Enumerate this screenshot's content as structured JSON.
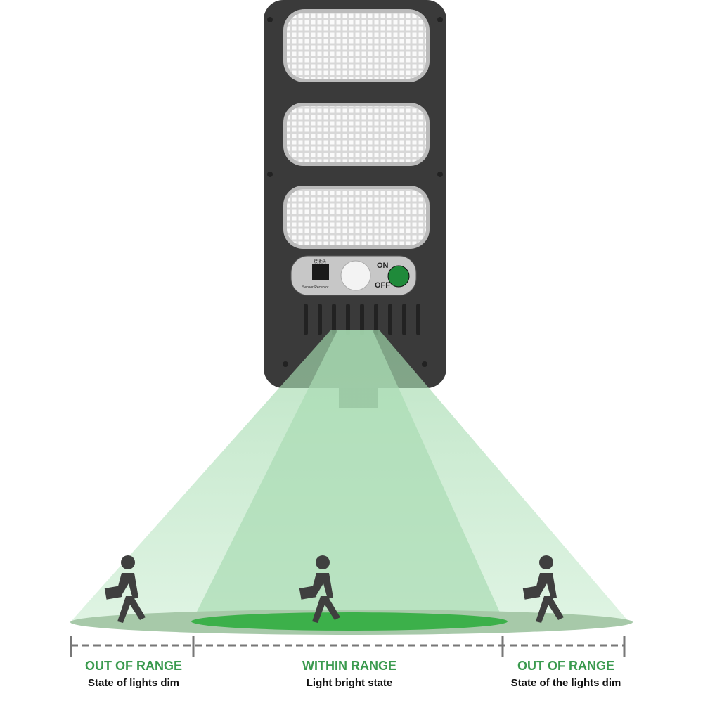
{
  "lamp": {
    "sensor_label_cn": "接收头",
    "sensor_label_en": "Sensor Receptor",
    "switch_on": "ON",
    "switch_off": "OFF",
    "switch_color": "#1f8a3a"
  },
  "zones": [
    {
      "title": "OUT OF RANGE",
      "subtitle": "State of lights dim"
    },
    {
      "title": "WITHIN RANGE",
      "subtitle": "Light bright state"
    },
    {
      "title": "OUT OF RANGE",
      "subtitle": "State of the lights dim"
    }
  ],
  "colors": {
    "accent": "#3a9a4e",
    "beam": "#b9e3c0",
    "bright_zone": "#3cb04a"
  }
}
